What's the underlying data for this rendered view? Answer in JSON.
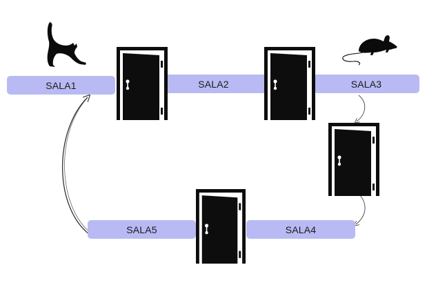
{
  "colors": {
    "room_fill": "#b9b9f3",
    "door": "#0d0d0d",
    "arrow": "#444444",
    "animal": "#0b0b0b"
  },
  "rooms": [
    {
      "id": "sala1",
      "label": "SALA1"
    },
    {
      "id": "sala2",
      "label": "SALA2"
    },
    {
      "id": "sala3",
      "label": "SALA3"
    },
    {
      "id": "sala4",
      "label": "SALA4"
    },
    {
      "id": "sala5",
      "label": "SALA5"
    }
  ],
  "icons": {
    "cat": "cat-icon",
    "mouse": "mouse-icon",
    "door": "door-icon"
  }
}
